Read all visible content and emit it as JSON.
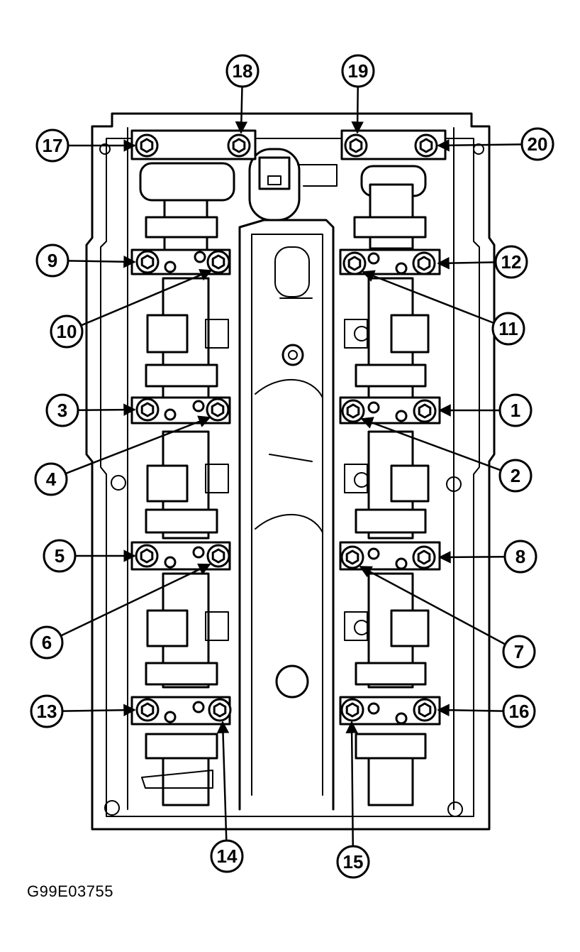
{
  "figure_code": "G99E03755",
  "callouts": [
    "1",
    "2",
    "3",
    "4",
    "5",
    "6",
    "7",
    "8",
    "9",
    "10",
    "11",
    "12",
    "13",
    "14",
    "15",
    "16",
    "17",
    "18",
    "19",
    "20"
  ]
}
